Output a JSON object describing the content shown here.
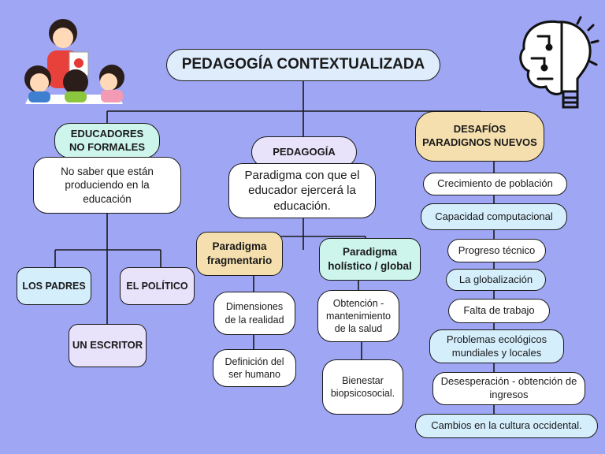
{
  "title": "PEDAGOGÍA CONTEXTUALIZADA",
  "left": {
    "heading": "EDUCADORES\nNO FORMALES",
    "description": "No saber que están produciendo en la educación",
    "children": [
      "LOS PADRES",
      "EL POLÍTICO",
      "UN ESCRITOR"
    ]
  },
  "center": {
    "heading": "PEDAGOGÍA",
    "description": "Paradigma con que el educador ejercerá la educación.",
    "fragmentary": {
      "label": "Paradigma fragmentario",
      "items": [
        "Dimensiones de la realidad",
        "Definición del ser humano"
      ]
    },
    "holistic": {
      "label": "Paradigma holístico / global",
      "items": [
        "Obtención - mantenimiento de la salud",
        "Bienestar biopsicosocial."
      ]
    }
  },
  "right": {
    "heading": "DESAFÍOS\nPARADIGNOS NUEVOS",
    "items": [
      "Crecimiento de población",
      "Capacidad computacional",
      "Progreso técnico",
      "La globalización",
      "Falta de trabajo",
      "Problemas ecológicos mundiales y locales",
      "Desesperación - obtención de ingresos",
      "Cambios en la cultura occidental."
    ]
  },
  "colors": {
    "background": "#9fa6f4",
    "mint": "#cdf5ec",
    "lavender": "#e9e2fb",
    "peach": "#f5dfae",
    "sky": "#d5eefc"
  },
  "icons": [
    "teacher-children-illustration",
    "brain-lightbulb-icon"
  ]
}
